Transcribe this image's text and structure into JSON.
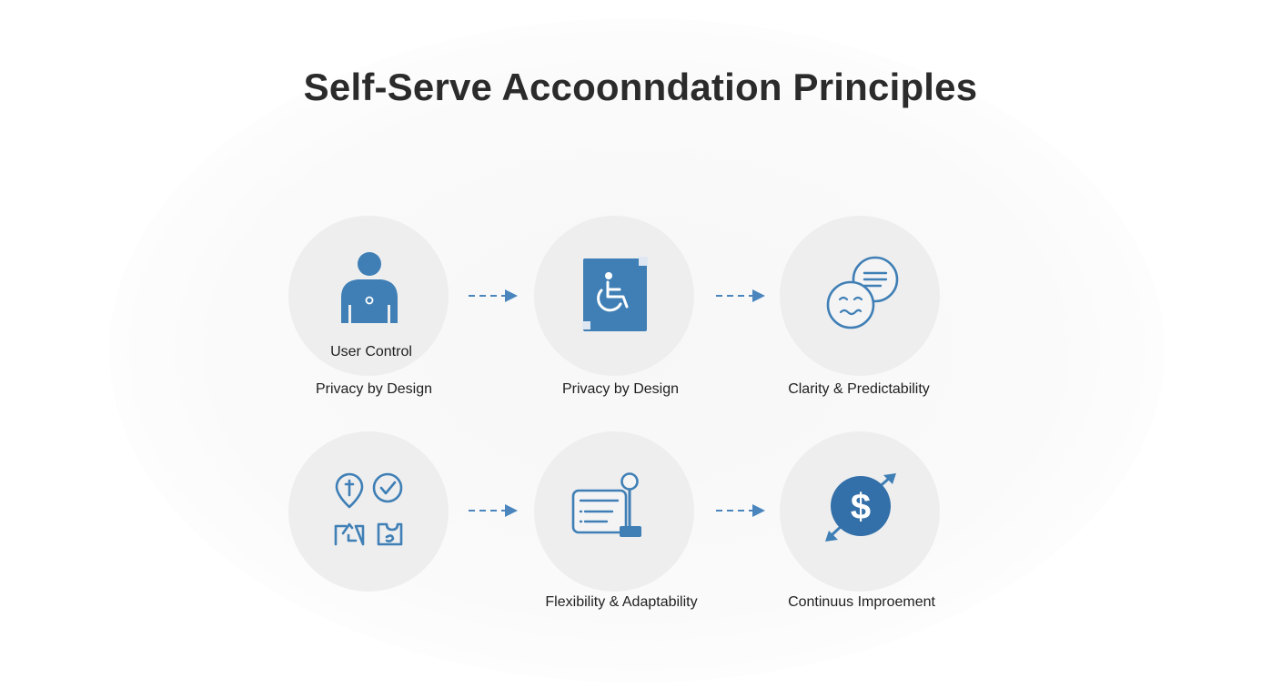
{
  "title": "Self-Serve Accoonndation Principles",
  "colors": {
    "accent": "#3f7fb5",
    "accent_dark": "#2f6aa0",
    "circle_fill": "#eeeeef",
    "text": "#2b2b2b"
  },
  "nodes": [
    {
      "icon": "person-icon",
      "inner_label": "User Control",
      "caption": "Privacy by Design"
    },
    {
      "icon": "wheelchair-icon",
      "inner_label": "",
      "caption": "Privacy by Design"
    },
    {
      "icon": "chat-bubbles-icon",
      "inner_label": "",
      "caption": "Clarity & Predictability"
    },
    {
      "icon": "options-checklist-icon",
      "inner_label": "",
      "caption": ""
    },
    {
      "icon": "form-panel-icon",
      "inner_label": "",
      "caption": "Flexibility & Adaptability"
    },
    {
      "icon": "dollar-growth-icon",
      "inner_label": "",
      "caption": "Continuus Improement"
    }
  ]
}
